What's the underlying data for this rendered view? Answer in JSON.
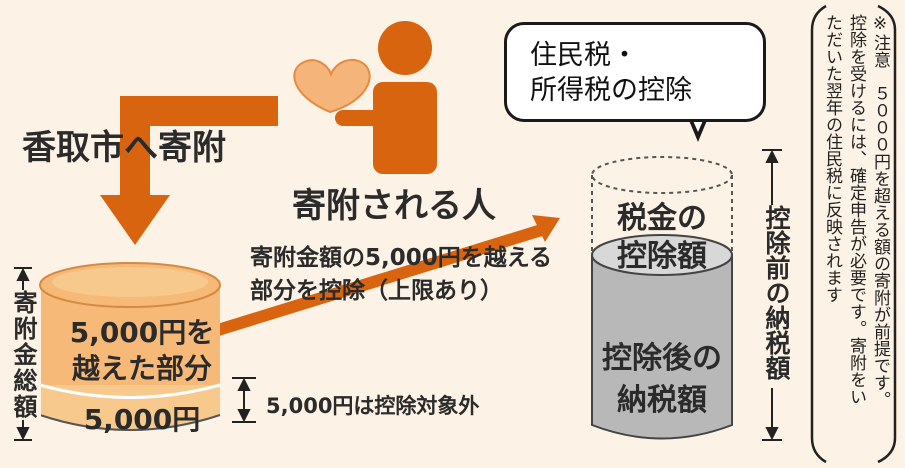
{
  "title_donation": "香取市へ寄附",
  "person_label": "寄附される人",
  "bubble": {
    "line1": "住民税・",
    "line2": "所得税の控除"
  },
  "arrow_label": {
    "line1": "寄附金額の5,000円を越える",
    "line2": "部分を控除（上限あり）"
  },
  "left_cylinder": {
    "upper": "5,000円を",
    "upper2": "越えた部分",
    "lower": "5,000円"
  },
  "left_side_label": "寄附金総額",
  "exempt_label": "5,000円は控除対象外",
  "right_cylinder": {
    "top1": "税金の",
    "top2": "控除額",
    "bottom1": "控除後の",
    "bottom2": "納税額"
  },
  "right_side_label": "控除前の納税額",
  "note": {
    "col1": "※注意　５０００円を超える額の寄附が前提です。",
    "col2": "控除を受けるには、確定申告が必要です。寄附をい",
    "col3": "ただいた翌年の住民税に反映されます"
  },
  "colors": {
    "orange": "#d9640f",
    "cream": "#f8c98d",
    "gray": "#b8b8b8",
    "background": "#fcf3e6",
    "heart": "#f5b57a"
  }
}
